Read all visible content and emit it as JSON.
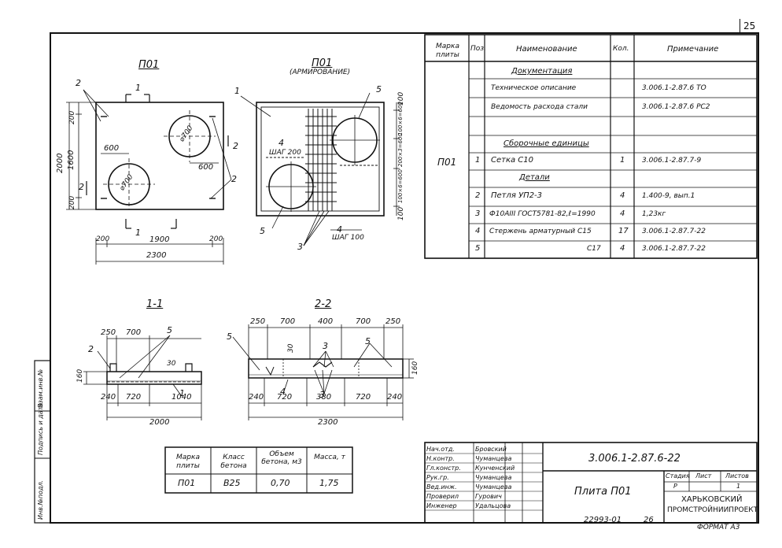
{
  "sheet": {
    "page_number": "25",
    "doc_code": "3.006.1-2.87.6-22",
    "title": "Плита П01",
    "organization_line1": "ХАРЬКОВСКИЙ",
    "organization_line2": "ПРОМСТРОЙНИИПРОЕКТ",
    "format": "ФОРМАТ А3",
    "archive_number": "22993-01",
    "archive_page": "26",
    "stage_label": "Стадия",
    "stage_value": "Р",
    "sheet_label": "Лист",
    "sheets_label": "Листов",
    "sheets_value": "1"
  },
  "drawings": {
    "plan_title": "П01",
    "reinf_title": "П01",
    "reinf_subtitle": "(АРМИРОВАНИЕ)",
    "section_11": "1-1",
    "section_22": "2-2",
    "plan_dims": {
      "total_width": "2300",
      "inner_width": "1900",
      "edge_left": "200",
      "edge_right": "200",
      "height_total": "2000",
      "height_inner": "1600",
      "edge_top": "200",
      "edge_bottom": "200",
      "hole_offset_a": "600",
      "hole_offset_b": "600",
      "hole_diam_a": "⌀700",
      "hole_diam_b": "⌀700",
      "cut_1": "1",
      "cut_2": "2",
      "callout_2": "2"
    },
    "reinf_dims": {
      "step_200": "ШАГ 200",
      "step_100": "ШАГ 100",
      "n4": "4",
      "n5": "5",
      "n3": "3",
      "n1": "1",
      "right_top": "100",
      "right_a": "100×6=600",
      "right_b": "200×3=600",
      "right_c": "100×6=600",
      "right_bottom": "100"
    },
    "sec11_dims": {
      "a": "250",
      "b": "700",
      "c": "240",
      "d": "720",
      "e": "1040",
      "total": "2000",
      "h": "160",
      "c2": "2",
      "c5": "5",
      "c1": "1",
      "c30": "30"
    },
    "sec22_dims": {
      "a": "250",
      "b": "700",
      "c": "400",
      "d": "700",
      "e": "250",
      "f": "240",
      "g": "720",
      "h": "380",
      "i": "720",
      "j": "240",
      "total": "2300",
      "height": "160",
      "c5": "5",
      "c3": "3",
      "c4": "4",
      "c30": "30"
    }
  },
  "spec_table": {
    "headers": [
      "Марка плиты",
      "Поз.",
      "Наименование",
      "Кол.",
      "Примечание"
    ],
    "mark": "П01",
    "rows": [
      {
        "pos": "",
        "name": "Документация",
        "qty": "",
        "note": "",
        "section": true
      },
      {
        "pos": "",
        "name": "Техническое описание",
        "qty": "",
        "note": "3.006.1-2.87.6 ТО"
      },
      {
        "pos": "",
        "name": "Ведомость расхода стали",
        "qty": "",
        "note": "3.006.1-2.87.6 РС2"
      },
      {
        "pos": "",
        "name": "",
        "qty": "",
        "note": ""
      },
      {
        "pos": "",
        "name": "Сборочные единицы",
        "qty": "",
        "note": "",
        "section": true
      },
      {
        "pos": "1",
        "name": "Сетка С10",
        "qty": "1",
        "note": "3.006.1-2.87.7-9"
      },
      {
        "pos": "",
        "name": "Детали",
        "qty": "",
        "note": "",
        "section": true
      },
      {
        "pos": "2",
        "name": "Петля УП2-3",
        "qty": "4",
        "note": "1.400-9, вып.1"
      },
      {
        "pos": "3",
        "name": "Ф10АIII ГОСТ5781-82,ℓ=1990",
        "qty": "4",
        "note": "1,23кг"
      },
      {
        "pos": "4",
        "name": "Стержень арматурный С15",
        "qty": "17",
        "note": "3.006.1-2.87.7-22"
      },
      {
        "pos": "5",
        "name": "С17",
        "qty": "4",
        "note": "3.006.1-2.87.7-22"
      }
    ]
  },
  "concrete_table": {
    "headers": [
      "Марка плиты",
      "Класс бетона",
      "Объем бетона, м3",
      "Масса, т"
    ],
    "row": [
      "П01",
      "В25",
      "0,70",
      "1,75"
    ]
  },
  "title_block": {
    "roles": [
      "Нач.отд.",
      "Н.контр.",
      "Гл.констр.",
      "Рук.гр.",
      "Вед.инж.",
      "Проверил",
      "Инженер"
    ],
    "names": [
      "Бровский",
      "Чуманцева",
      "Кунченский",
      "Чуманцева",
      "Чуманцева",
      "Гурович",
      "Удальцова"
    ],
    "side_labels": [
      "Инв.№подл.",
      "Подпись и дата",
      "Взам.инв.№"
    ]
  },
  "colors": {
    "ink": "#111111",
    "paper": "#ffffff"
  }
}
